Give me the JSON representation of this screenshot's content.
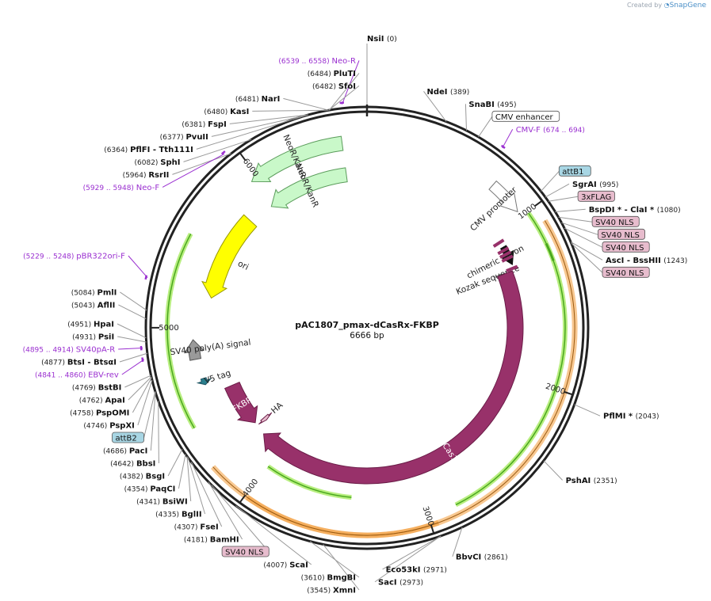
{
  "brand": {
    "prefix": "Created by",
    "name": "SnapGene"
  },
  "plasmid": {
    "name": "pAC1807_pmax-dCasRx-FKBP",
    "length_label": "6666 bp",
    "length": 6666
  },
  "ticks": [
    {
      "pos": 1000,
      "label": "1000"
    },
    {
      "pos": 2000,
      "label": "2000"
    },
    {
      "pos": 3000,
      "label": "3000"
    },
    {
      "pos": 4000,
      "label": "4000"
    },
    {
      "pos": 5000,
      "label": "5000"
    },
    {
      "pos": 6000,
      "label": "6000"
    }
  ],
  "colors": {
    "backbone": "#222222",
    "enzyme_line": "#999999",
    "primer": "#9a2fd0",
    "cds": "#98316a",
    "resistance": "#c9f8c9",
    "ori": "#ffff00",
    "promoter": "#ffffff",
    "polyA": "#9a9a9a",
    "orf_green": "#4aa81e",
    "orf_orange": "#f29b36",
    "nls_tag_fill": "#e7bccd",
    "att_fill": "#a8d6e4"
  },
  "features": [
    {
      "label": "CMV enhancer",
      "start": 389,
      "end": 765
    },
    {
      "label": "CMV promoter",
      "start": 766,
      "end": 969
    },
    {
      "label": "chimeric intron",
      "start": 1099,
      "end": 1231
    },
    {
      "label": "Kozak sequence",
      "start": 1263,
      "end": 1272
    },
    {
      "label": "RfxCas13d",
      "start": 1270,
      "end": 4152
    },
    {
      "label": "HA",
      "start": 4212,
      "end": 4238
    },
    {
      "label": "FKBP",
      "start": 4252,
      "end": 4572
    },
    {
      "label": "V5 tag",
      "start": 4640,
      "end": 4681
    },
    {
      "label": "SV40 poly(A) signal",
      "start": 4806,
      "end": 4927
    },
    {
      "label": "ori",
      "start": 5200,
      "end": 5788
    },
    {
      "label": "NeoR/KanR",
      "start": 5958,
      "end": 6524
    },
    {
      "label": "NeoR/KanR",
      "start": 5958,
      "end": 6524
    }
  ],
  "enzymes": [
    {
      "name": "NsiI",
      "pos": 0,
      "pos_label": "(0)"
    },
    {
      "name": "NdeI",
      "pos": 389,
      "pos_label": "(389)"
    },
    {
      "name": "SnaBI",
      "pos": 495,
      "pos_label": "(495)"
    },
    {
      "name": "SgrAI",
      "pos": 995,
      "pos_label": "(995)"
    },
    {
      "name": "BspDI * - ClaI *",
      "pos": 1080,
      "pos_label": "(1080)"
    },
    {
      "name": "AscI - BssHII",
      "pos": 1243,
      "pos_label": "(1243)"
    },
    {
      "name": "PflMI *",
      "pos": 2043,
      "pos_label": "(2043)"
    },
    {
      "name": "PshAI",
      "pos": 2351,
      "pos_label": "(2351)"
    },
    {
      "name": "BbvCI",
      "pos": 2861,
      "pos_label": "(2861)"
    },
    {
      "name": "Eco53kI",
      "pos": 2971,
      "pos_label": "(2971)"
    },
    {
      "name": "SacI",
      "pos": 2973,
      "pos_label": "(2973)"
    },
    {
      "name": "XmnI",
      "pos": 3545,
      "pos_label": "(3545)"
    },
    {
      "name": "BmgBI",
      "pos": 3610,
      "pos_label": "(3610)"
    },
    {
      "name": "ScaI",
      "pos": 4007,
      "pos_label": "(4007)"
    },
    {
      "name": "BamHI",
      "pos": 4181,
      "pos_label": "(4181)"
    },
    {
      "name": "FseI",
      "pos": 4307,
      "pos_label": "(4307)"
    },
    {
      "name": "BglII",
      "pos": 4335,
      "pos_label": "(4335)"
    },
    {
      "name": "BsiWI",
      "pos": 4341,
      "pos_label": "(4341)"
    },
    {
      "name": "PaqCI",
      "pos": 4354,
      "pos_label": "(4354)"
    },
    {
      "name": "BsgI",
      "pos": 4382,
      "pos_label": "(4382)"
    },
    {
      "name": "BbsI",
      "pos": 4642,
      "pos_label": "(4642)"
    },
    {
      "name": "PacI",
      "pos": 4686,
      "pos_label": "(4686)"
    },
    {
      "name": "PspXI",
      "pos": 4746,
      "pos_label": "(4746)"
    },
    {
      "name": "PspOMI",
      "pos": 4758,
      "pos_label": "(4758)"
    },
    {
      "name": "ApaI",
      "pos": 4762,
      "pos_label": "(4762)"
    },
    {
      "name": "BstBI",
      "pos": 4769,
      "pos_label": "(4769)"
    },
    {
      "name": "BtsI - BtsαI",
      "pos": 4877,
      "pos_label": "(4877)"
    },
    {
      "name": "PsiI",
      "pos": 4931,
      "pos_label": "(4931)"
    },
    {
      "name": "HpaI",
      "pos": 4951,
      "pos_label": "(4951)"
    },
    {
      "name": "AflII",
      "pos": 5043,
      "pos_label": "(5043)"
    },
    {
      "name": "PmlI",
      "pos": 5084,
      "pos_label": "(5084)"
    },
    {
      "name": "RsrII",
      "pos": 5964,
      "pos_label": "(5964)"
    },
    {
      "name": "SphI",
      "pos": 6082,
      "pos_label": "(6082)"
    },
    {
      "name": "PflFI - Tth111I",
      "pos": 6364,
      "pos_label": "(6364)"
    },
    {
      "name": "PvuII",
      "pos": 6377,
      "pos_label": "(6377)"
    },
    {
      "name": "FspI",
      "pos": 6381,
      "pos_label": "(6381)"
    },
    {
      "name": "KasI",
      "pos": 6480,
      "pos_label": "(6480)"
    },
    {
      "name": "NarI",
      "pos": 6481,
      "pos_label": "(6481)"
    },
    {
      "name": "SfoI",
      "pos": 6482,
      "pos_label": "(6482)"
    },
    {
      "name": "PluTI",
      "pos": 6484,
      "pos_label": "(6484)"
    }
  ],
  "primers": [
    {
      "name": "Neo-R",
      "range": "(6539 .. 6558)",
      "pos": 6548
    },
    {
      "name": "CMV-F",
      "range": "(674 .. 694)",
      "pos": 684
    },
    {
      "name": "Neo-F",
      "range": "(5929 .. 5948)",
      "pos": 5938
    },
    {
      "name": "pBR322ori-F",
      "range": "(5229 .. 5248)",
      "pos": 5238
    },
    {
      "name": "SV40pA-R",
      "range": "(4895 .. 4914)",
      "pos": 4904
    },
    {
      "name": "EBV-rev",
      "range": "(4841 .. 4860)",
      "pos": 4850
    }
  ],
  "site_boxes": [
    {
      "label": "CMV enhancer",
      "style": "white",
      "pos": 560
    },
    {
      "label": "attB1",
      "style": "att",
      "pos": 960
    },
    {
      "label": "3xFLAG",
      "style": "pink",
      "pos": 1020
    },
    {
      "label": "SV40 NLS",
      "style": "pink",
      "pos": 1110
    },
    {
      "label": "SV40 NLS",
      "style": "pink",
      "pos": 1140
    },
    {
      "label": "SV40 NLS",
      "style": "pink",
      "pos": 1170
    },
    {
      "label": "SV40 NLS",
      "style": "pink",
      "pos": 1250
    },
    {
      "label": "attB2",
      "style": "att",
      "pos": 4690
    },
    {
      "label": "SV40 NLS",
      "style": "pink",
      "pos": 4160
    }
  ]
}
